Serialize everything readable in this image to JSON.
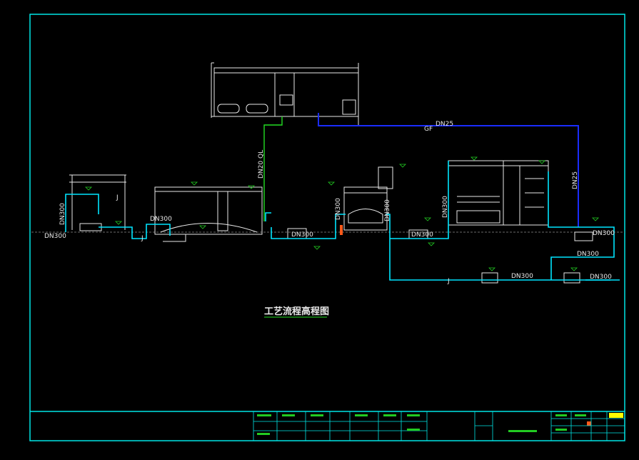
{
  "drawing": {
    "title": "工艺流程高程图",
    "colors": {
      "frame": "#00e5e5",
      "pipe_cyan": "#00e5ff",
      "pipe_blue": "#1a2cff",
      "pipe_green": "#22dd22",
      "structure": "#e8e8e8",
      "dim_green": "#22cc22",
      "accent_red": "#ff5a1a",
      "accent_yellow": "#ffff00"
    },
    "pipe_labels": {
      "dn300_a": "DN300",
      "dn300_b": "DN300",
      "dn300_c": "DN300",
      "dn300_d": "DN300",
      "dn300_e": "DN300",
      "dn300_f": "DN300",
      "dn300_g": "DN300",
      "dn300_h": "DN300",
      "dn300_i": "DN300",
      "dn300_j": "DN300",
      "dn300_k": "DN300",
      "dn300_l": "DN300",
      "dn25_h": "DN25",
      "dn25_v": "DN25",
      "dn20": "DN20",
      "gf": "GF",
      "ql": "QL",
      "j1": "J",
      "j2": "J",
      "j3": "J"
    }
  }
}
